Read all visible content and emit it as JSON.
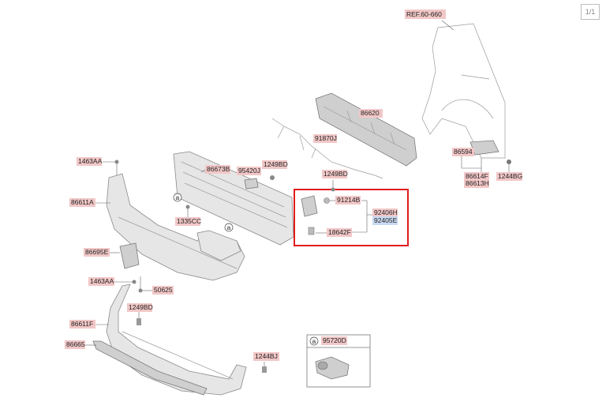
{
  "page_indicator": "1/1",
  "reference": "REF.60-660",
  "callout_letter": "a",
  "labels": {
    "p1463AA_top": "1463AA",
    "p86611A": "86611A",
    "p86673B": "86673B",
    "p95420J": "95420J",
    "p1249BD_top": "1249BD",
    "p91870J": "91870J",
    "p86620": "86620",
    "p1249BD_mid": "1249BD",
    "p91214B": "91214B",
    "p92406H": "92406H",
    "p92405E": "92405E",
    "p18642F": "18642F",
    "p1335CC": "1335CC",
    "p86594": "86594",
    "p86614F": "86614F",
    "p86613H": "86613H",
    "p1244BG": "1244BG",
    "p86695E": "86695E",
    "p1463AA_low": "1463AA",
    "p50625": "50625",
    "p1249BD_low": "1249BD",
    "p86611F": "86611F",
    "p86665": "86665",
    "p1244BJ": "1244BJ",
    "p95720D": "95720D"
  },
  "colors": {
    "label_highlight": "#f2c7c7",
    "label_selected": "#c9daf2",
    "highlight_box": "#e11b1b"
  }
}
